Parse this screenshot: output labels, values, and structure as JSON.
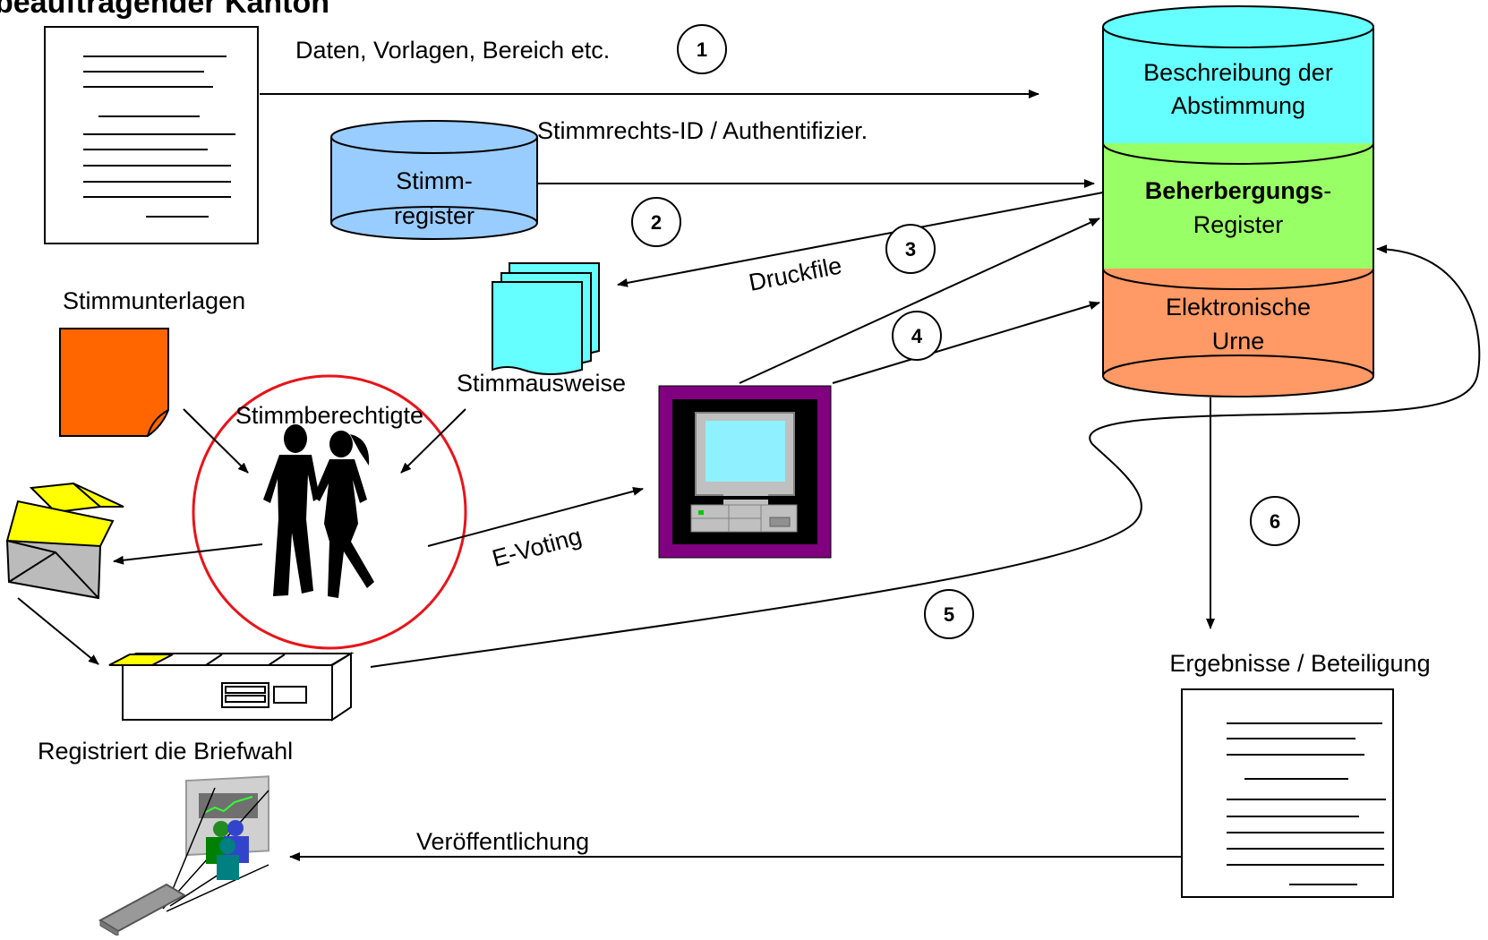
{
  "title": "beauftragender Kanton",
  "flows": {
    "f1": "Daten, Vorlagen, Bereich etc.",
    "f2": "Stimmrechts-ID / Authentifizier.",
    "druckfile": "Druckfile",
    "evoting": "E-Voting",
    "publication": "Veröffentlichung"
  },
  "steps": [
    "1",
    "2",
    "3",
    "4",
    "5",
    "6"
  ],
  "database": {
    "seg1": [
      "Beschreibung der",
      "Abstimmung"
    ],
    "seg2_bold": "Beherbergungs",
    "seg2_rest": "-",
    "seg2_line2": "Register",
    "seg3": [
      "Elektronische",
      "Urne"
    ]
  },
  "stimmregister": [
    "Stimm-",
    "register"
  ],
  "labels": {
    "stimmunterlagen": "Stimmunterlagen",
    "stimmberechtigte": "Stimmberechtigte",
    "stimmausweise": "Stimmausweise",
    "briefwahl": "Registriert die Briefwahl",
    "ergebnisse": "Ergebnisse / Beteiligung"
  },
  "colors": {
    "seg1": "#66ffff",
    "seg2": "#99ff66",
    "seg3": "#ff9966",
    "stimmregister": "#99ccff",
    "stimmunterlagen": "#ff6600",
    "stimmausweise": "#66ffff",
    "voter_circle": "#e8141a",
    "computer_frame": "#800080",
    "envelope_flap": "#ffff00"
  }
}
